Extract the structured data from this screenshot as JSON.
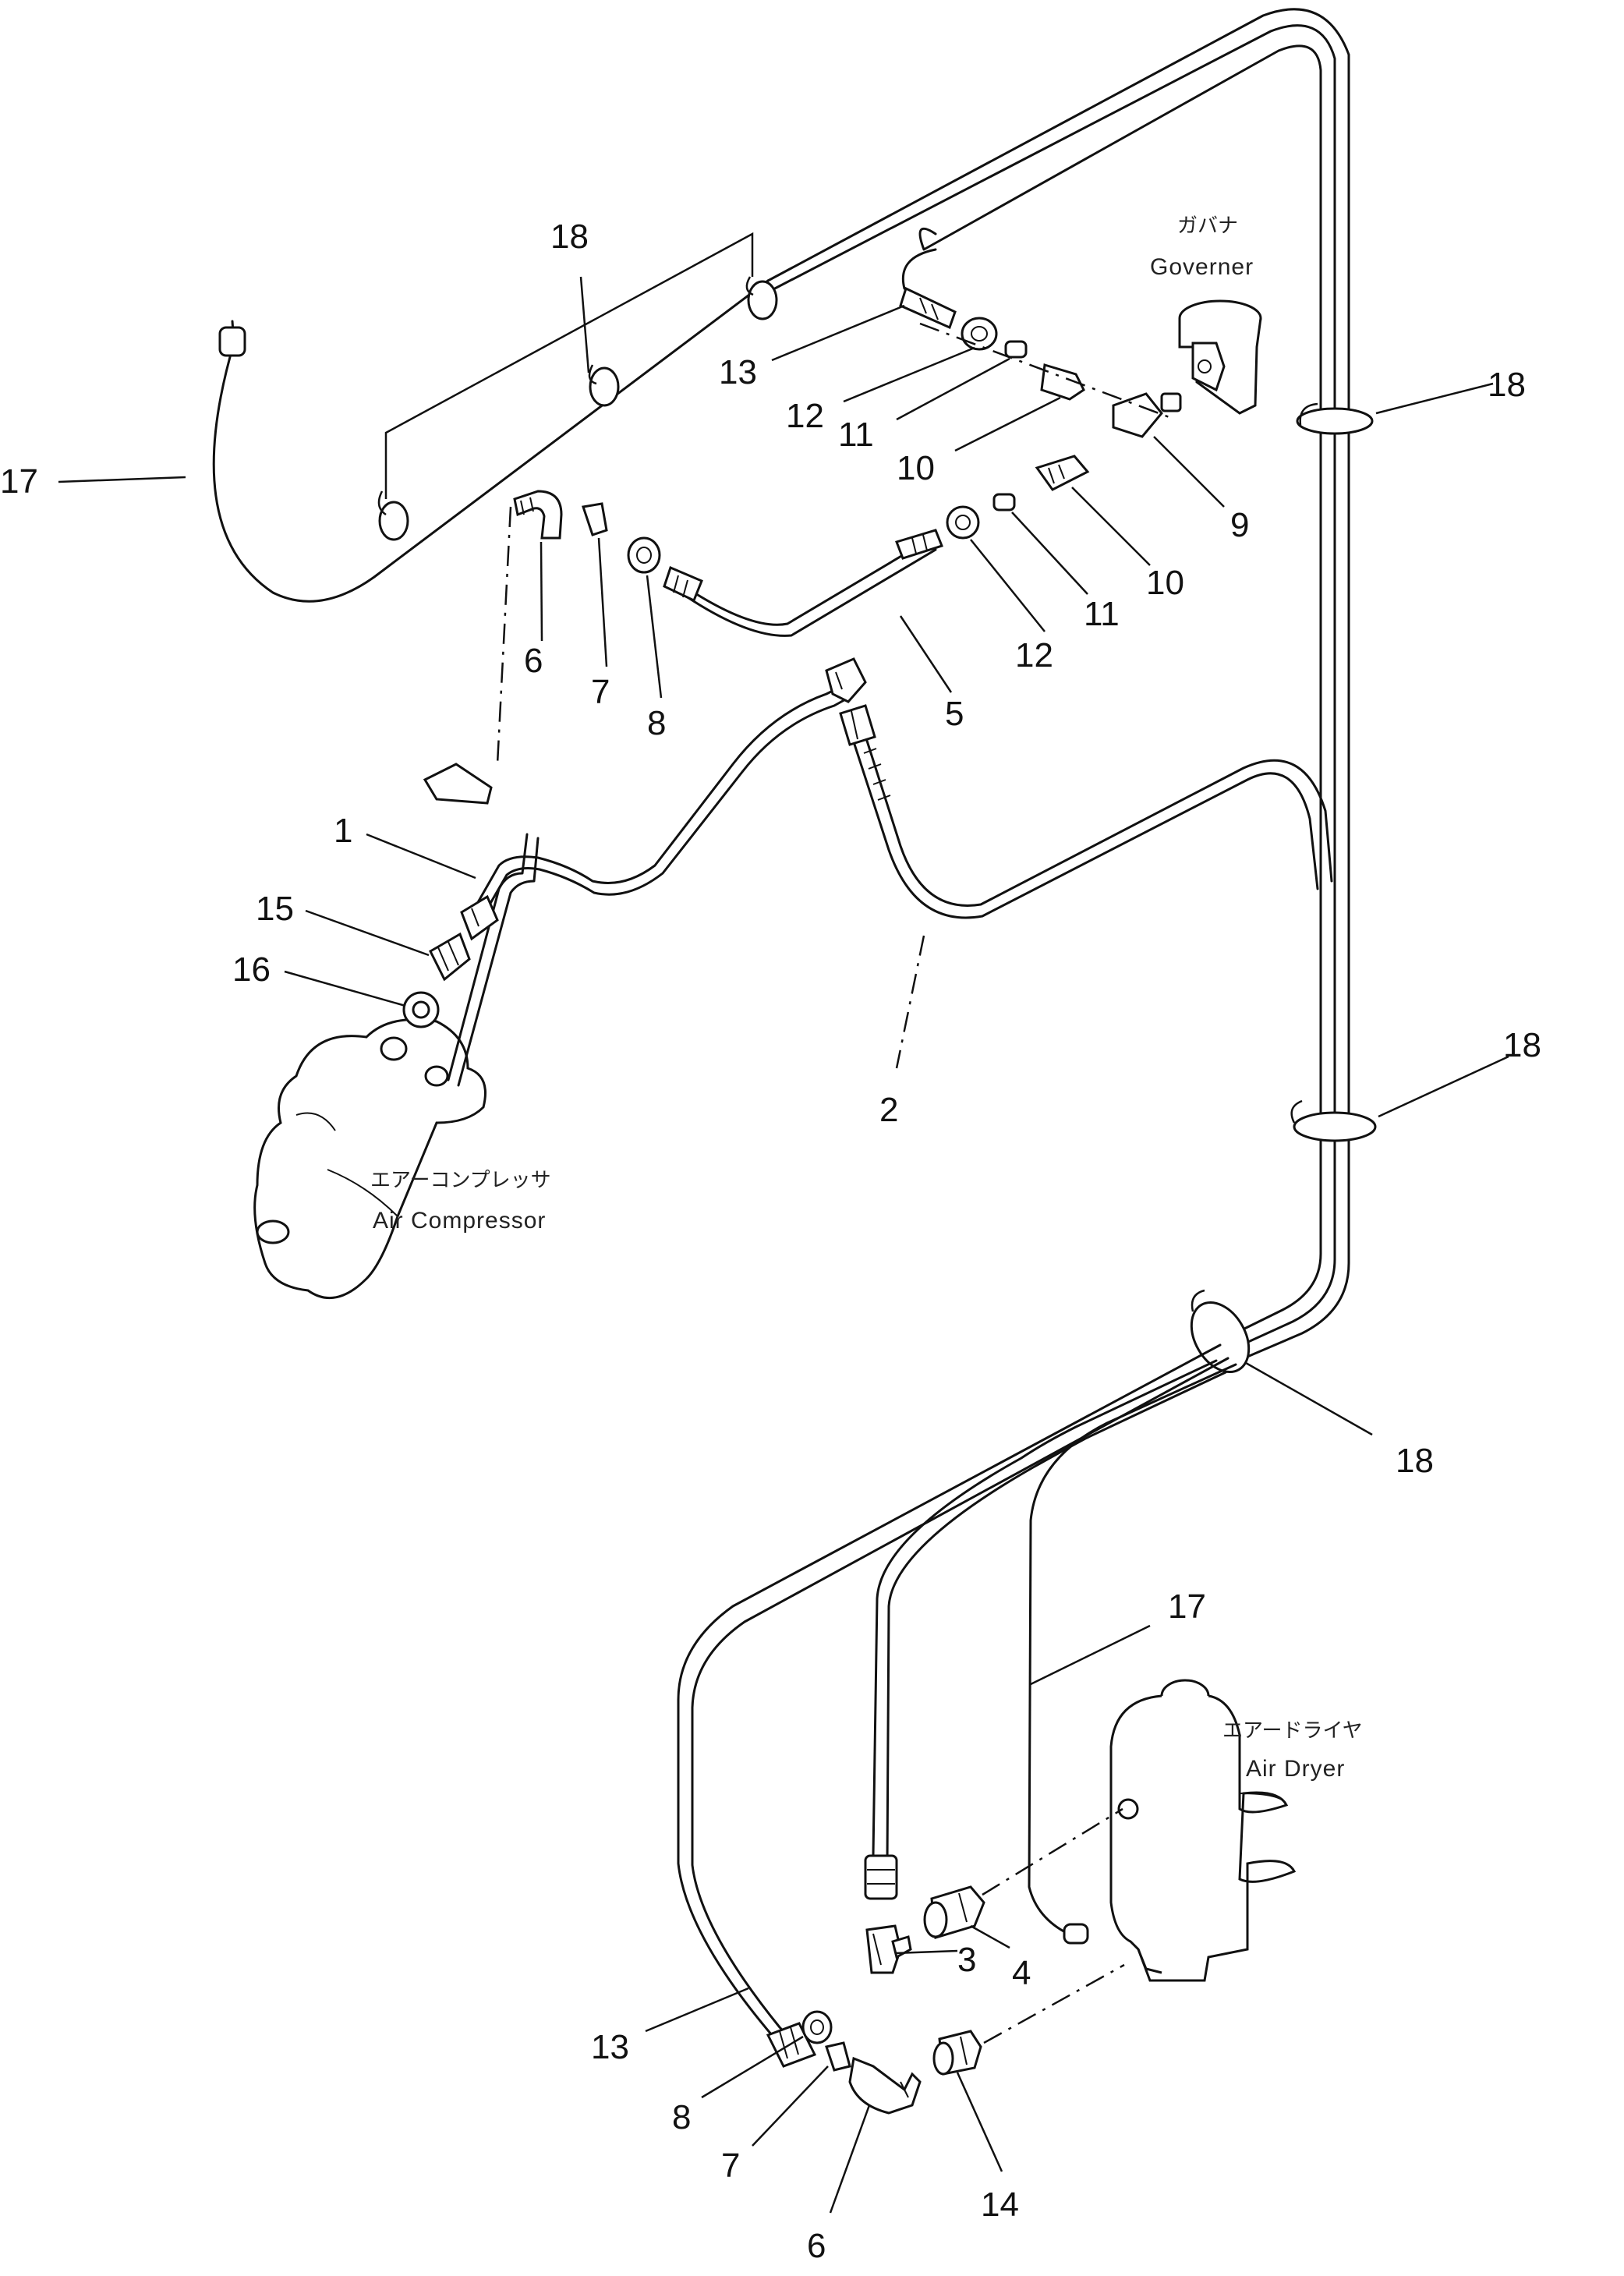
{
  "labels": {
    "governor_jp": "ガバナ",
    "governor_en": "Governer",
    "compressor_jp": "エアーコンプレッサ",
    "compressor_en": "Air Compressor",
    "dryer_jp": "エアードライヤ",
    "dryer_en": "Air Dryer"
  },
  "callouts": {
    "c1": "1",
    "c2": "2",
    "c3": "3",
    "c4": "4",
    "c5": "5",
    "c6a": "6",
    "c6b": "6",
    "c7a": "7",
    "c7b": "7",
    "c8a": "8",
    "c8b": "8",
    "c9": "9",
    "c10a": "10",
    "c10b": "10",
    "c11a": "11",
    "c11b": "11",
    "c12a": "12",
    "c12b": "12",
    "c13a": "13",
    "c13b": "13",
    "c14": "14",
    "c15": "15",
    "c16": "16",
    "c17a": "17",
    "c17b": "17",
    "c18a": "18",
    "c18b": "18",
    "c18c": "18",
    "c18d": "18"
  }
}
